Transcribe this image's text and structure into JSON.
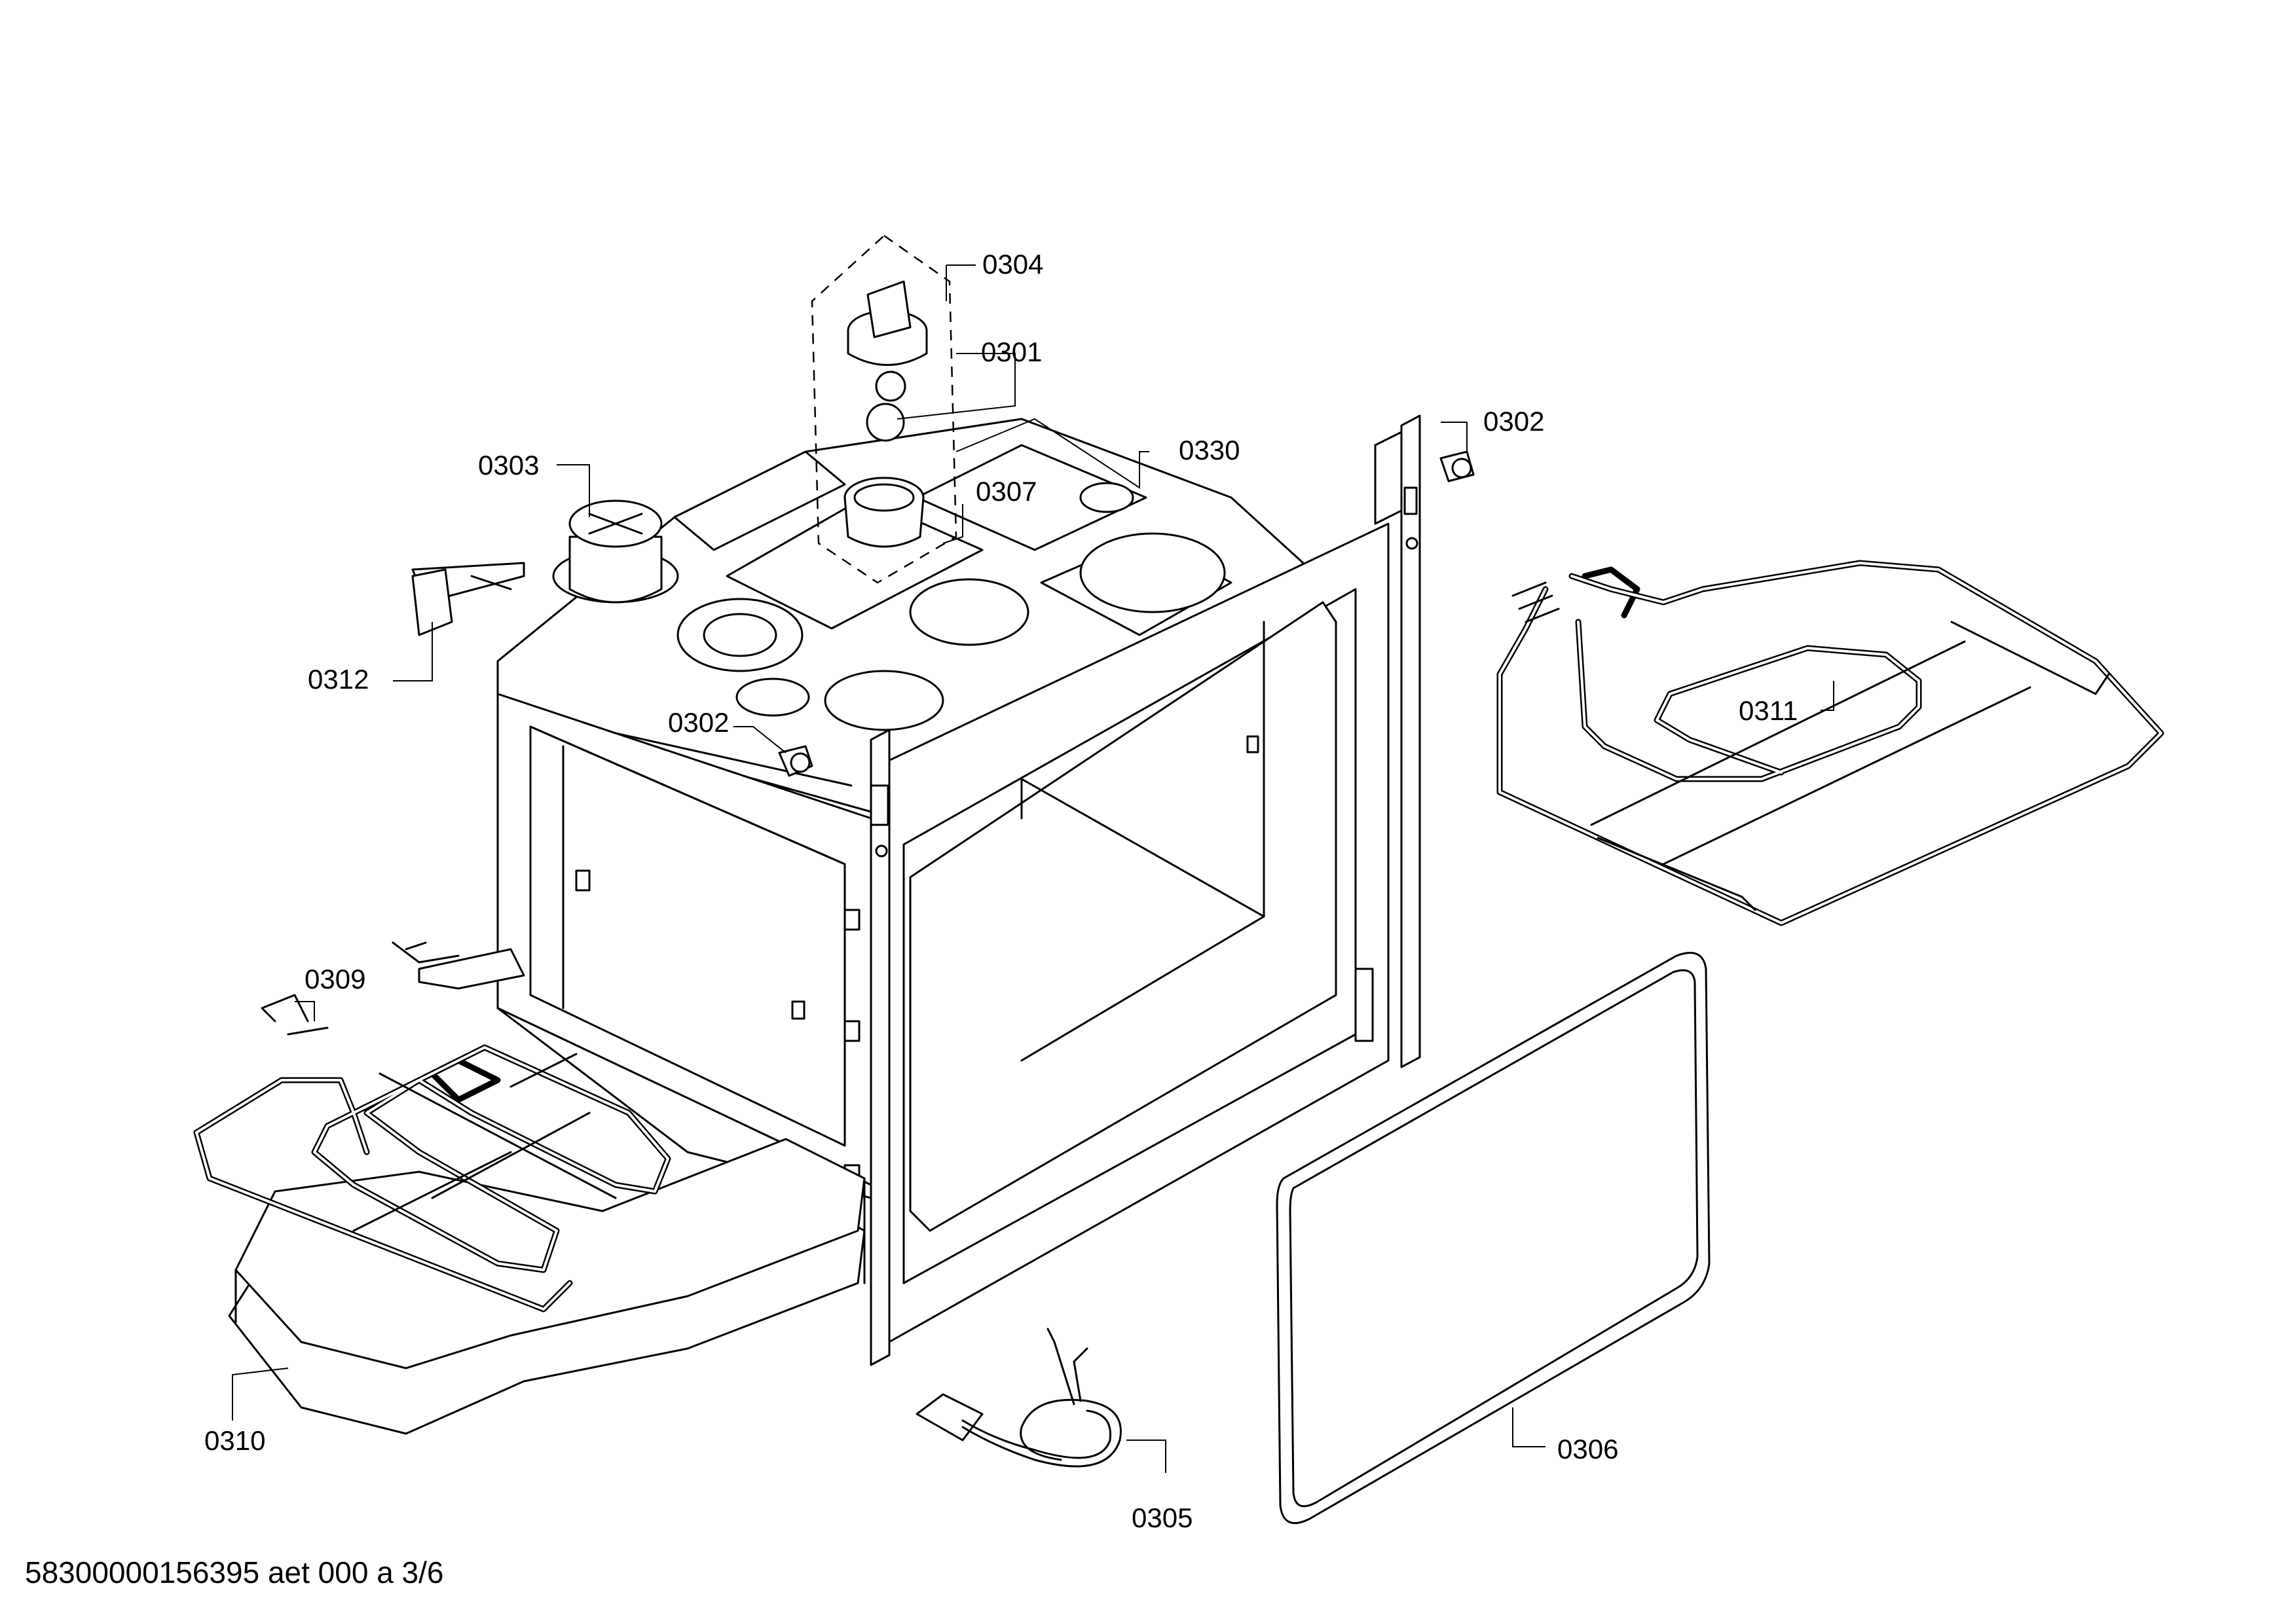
{
  "labels": {
    "p0304": "0304",
    "p0301": "0301",
    "p0302_right": "0302",
    "p0330": "0330",
    "p0303": "0303",
    "p0307": "0307",
    "p0312": "0312",
    "p0302_left": "0302",
    "p0311": "0311",
    "p0309": "0309",
    "p0310": "0310",
    "p0306": "0306",
    "p0305": "0305"
  },
  "footer": {
    "document_id": "58300000156395 aet 000 a 3/6"
  }
}
